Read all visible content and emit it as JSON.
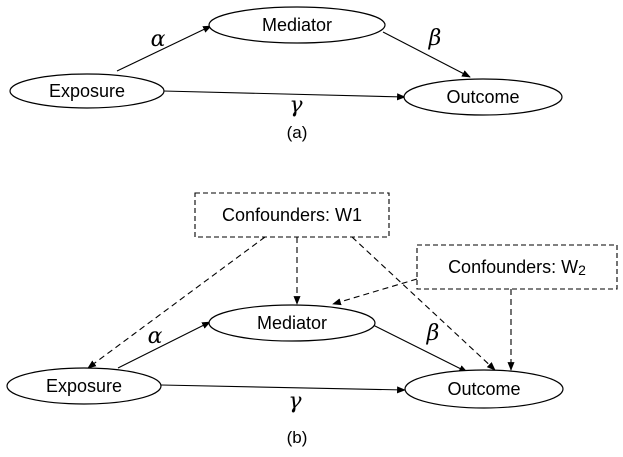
{
  "panel_a": {
    "caption": "(a)",
    "nodes": {
      "exposure": "Exposure",
      "mediator": "Mediator",
      "outcome": "Outcome"
    },
    "edges": {
      "alpha": "α",
      "beta": "β",
      "gamma": "γ"
    }
  },
  "panel_b": {
    "caption": "(b)",
    "nodes": {
      "exposure": "Exposure",
      "mediator": "Mediator",
      "outcome": "Outcome",
      "confounders_w1": "Confounders: W1",
      "confounders_w2_prefix": "Confounders: W",
      "confounders_w2_sub": "2"
    },
    "edges": {
      "alpha": "α",
      "beta": "β",
      "gamma": "γ"
    }
  }
}
